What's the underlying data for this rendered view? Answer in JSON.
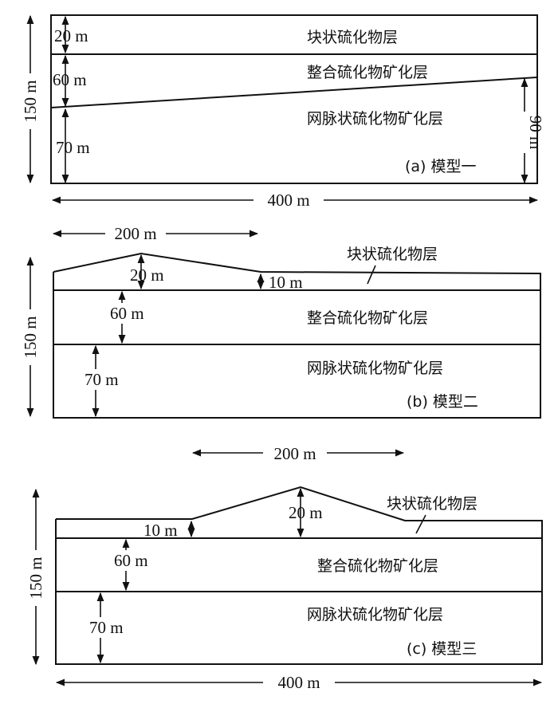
{
  "layers": {
    "massive": "块状硫化物层",
    "stratiform": "整合硫化物矿化层",
    "stockwork": "网脉状硫化物矿化层"
  },
  "panel_a": {
    "caption": "(a) 模型一",
    "height": "150 m",
    "width": "400 m",
    "d1": "20 m",
    "d2": "60 m",
    "d3": "70 m",
    "d4": "90 m"
  },
  "panel_b": {
    "caption": "(b) 模型二",
    "height": "150 m",
    "top_width": "200 m",
    "d1": "20 m",
    "d2": "10 m",
    "d3": "60 m",
    "d4": "70 m"
  },
  "panel_c": {
    "caption": "(c) 模型三",
    "height": "150 m",
    "top_width": "200 m",
    "width": "400 m",
    "d1": "20 m",
    "d2": "10 m",
    "d3": "60 m",
    "d4": "70 m"
  },
  "colors": {
    "ink": "#111111",
    "background": "#ffffff"
  }
}
